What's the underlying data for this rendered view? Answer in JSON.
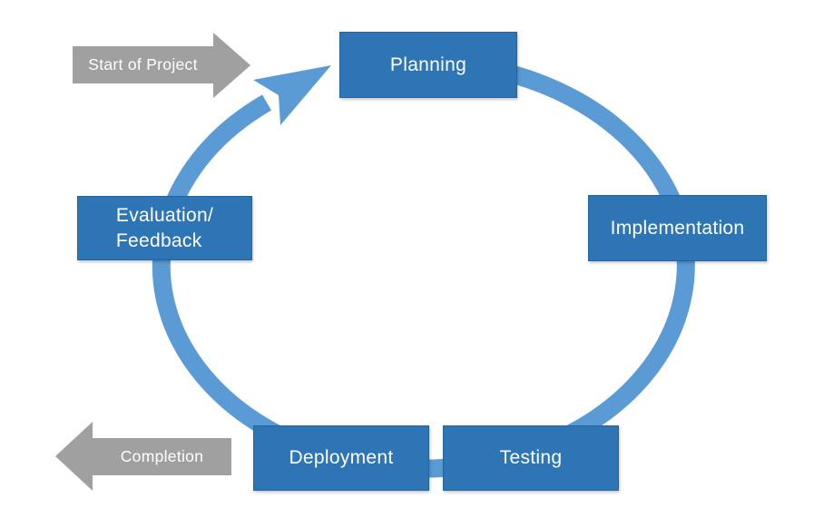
{
  "cycle": {
    "nodes": {
      "planning": {
        "label": "Planning"
      },
      "implementation": {
        "label": "Implementation"
      },
      "testing": {
        "label": "Testing"
      },
      "deployment": {
        "label": "Deployment"
      },
      "evaluation": {
        "line1": "Evaluation/",
        "line2": "Feedback"
      }
    },
    "arrows": {
      "start": {
        "label": "Start of Project"
      },
      "completion": {
        "label": "Completion"
      }
    },
    "flow_order": [
      "Planning",
      "Implementation",
      "Testing",
      "Deployment",
      "Evaluation/Feedback"
    ],
    "direction": "clockwise",
    "colors": {
      "node_fill": "#2E75B6",
      "node_border": "#2263A3",
      "ring": "#5B9BD5",
      "arrow_gray": "#A0A0A0",
      "text": "#FFFFFF"
    }
  }
}
